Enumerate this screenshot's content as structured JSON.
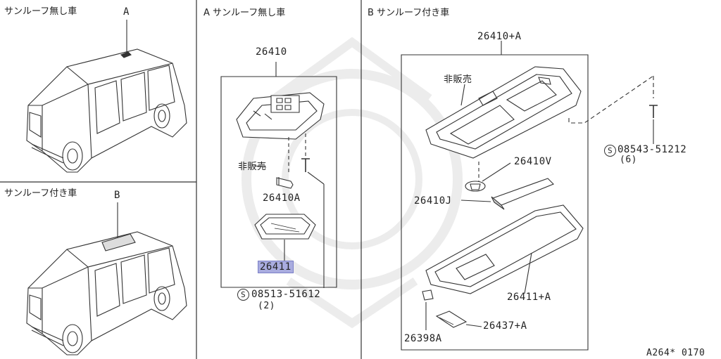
{
  "panels": {
    "left_top_title": "サンルーフ無し車",
    "left_top_marker": "A",
    "left_bottom_title": "サンルーフ付き車",
    "left_bottom_marker": "B",
    "mid_title": "A サンルーフ無し車",
    "right_title": "B サンルーフ付き車"
  },
  "parts_a": {
    "assembly": "26410",
    "not_sold": "非販売",
    "bulb": "26410A",
    "lens": "26411",
    "screw": "08513-51612",
    "screw_qty": "(2)",
    "screw_prefix": "S"
  },
  "parts_b": {
    "assembly": "26410+A",
    "not_sold": "非販売",
    "socket": "26410V",
    "bulb": "26410J",
    "lens": "26411+A",
    "clip": "26398A",
    "switch": "26437+A",
    "screw": "08543-51212",
    "screw_qty": "(6)",
    "screw_prefix": "S"
  },
  "footer": {
    "code": "A264* 0170"
  },
  "colors": {
    "line": "#333333",
    "highlight": "#a9acdf"
  }
}
